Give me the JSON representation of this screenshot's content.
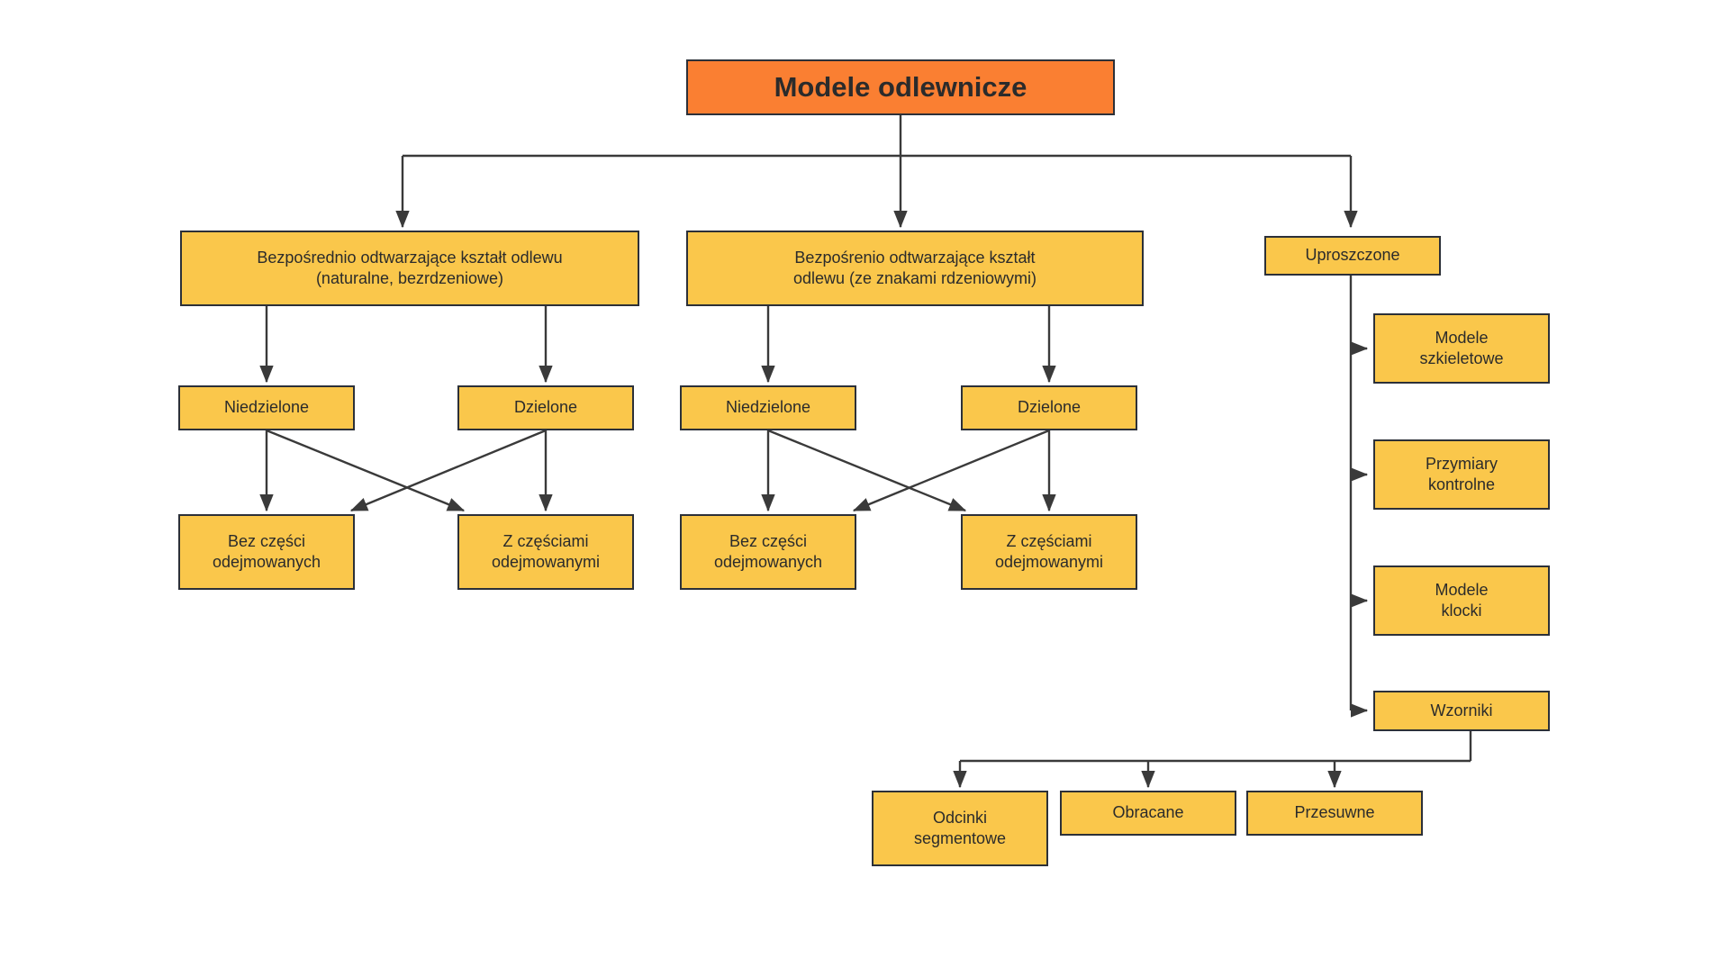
{
  "diagram": {
    "title": "Modele odlewnicze",
    "type": "tree-flowchart",
    "colors": {
      "root_fill": "#fa7f32",
      "node_fill": "#fac74b",
      "border": "#2c3038",
      "text": "#2b2b2b",
      "connector": "#3a3a3a",
      "background": "#ffffff"
    },
    "nodes": {
      "root": {
        "label": "Modele odlewnicze"
      },
      "level1": [
        {
          "id": "direct-natural",
          "label": "Bezpośrednio odtwarzające kształt odlewu\n(naturalne, bezrdzeniowe)"
        },
        {
          "id": "direct-core",
          "label": "Bezpośrenio odtwarzające kształt\nodlewu (ze znakami rdzeniowymi)"
        },
        {
          "id": "simplified",
          "label": "Uproszczone"
        }
      ],
      "level2_left": [
        {
          "id": "l-niedzielone",
          "label": "Niedzielone"
        },
        {
          "id": "l-dzielone",
          "label": "Dzielone"
        }
      ],
      "level2_mid": [
        {
          "id": "m-niedzielone",
          "label": "Niedzielone"
        },
        {
          "id": "m-dzielone",
          "label": "Dzielone"
        }
      ],
      "level3_left": [
        {
          "id": "l-bez",
          "label": "Bez części\nodejmowanych"
        },
        {
          "id": "l-z",
          "label": "Z częściami\nodejmowanymi"
        }
      ],
      "level3_mid": [
        {
          "id": "m-bez",
          "label": "Bez części\nodejmowanych"
        },
        {
          "id": "m-z",
          "label": "Z częściami\nodejmowanymi"
        }
      ],
      "simplified_children": [
        {
          "id": "szkieletowe",
          "label": "Modele\nszkieletowe"
        },
        {
          "id": "przymiary",
          "label": "Przymiary\nkontrolne"
        },
        {
          "id": "klocki",
          "label": "Modele\nklocki"
        },
        {
          "id": "wzorniki",
          "label": "Wzorniki"
        }
      ],
      "wzorniki_children": [
        {
          "id": "odcinki",
          "label": "Odcinki\nsegmentowe"
        },
        {
          "id": "obracane",
          "label": "Obracane"
        },
        {
          "id": "przesuwne",
          "label": "Przesuwne"
        }
      ]
    }
  }
}
